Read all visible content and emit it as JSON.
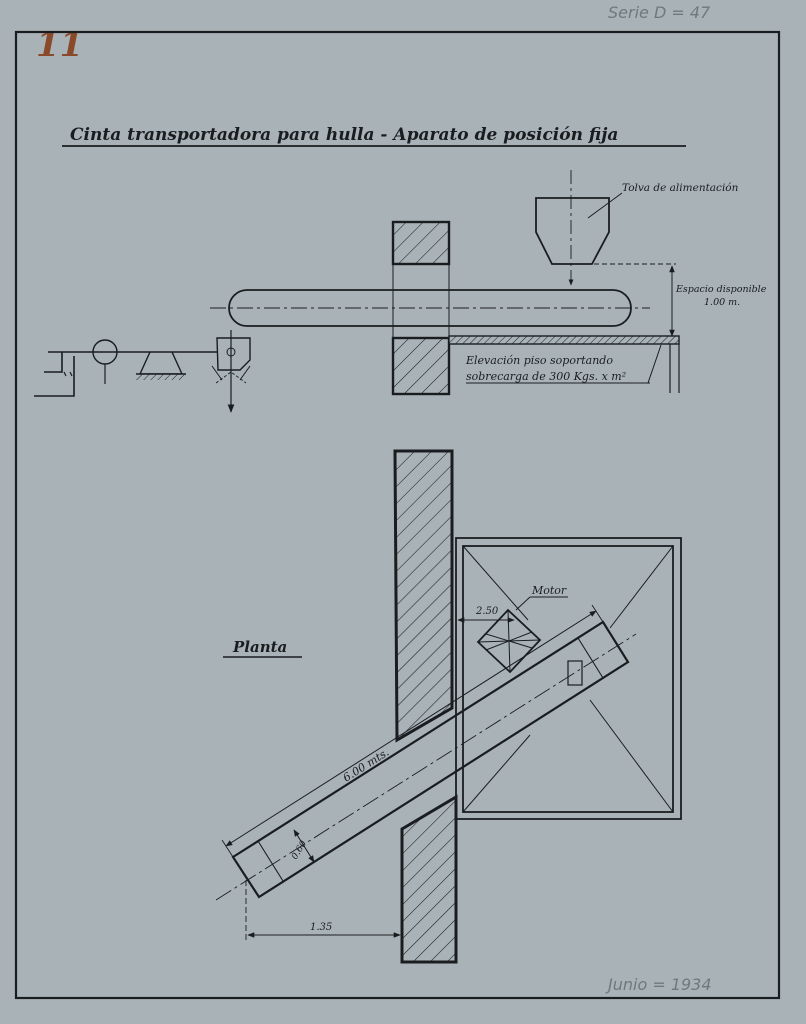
{
  "annotations": {
    "series_ref": "Serie D = 47",
    "date_note": "Junio = 1934",
    "corner_mark": "11"
  },
  "title": "Cinta transportadora para hulla - Aparato de posición fija",
  "elevation": {
    "hopper_label": "Tolva de alimentación",
    "space_label_line1": "Espacio disponible",
    "space_label_line2": "1.00 m.",
    "floor_label_line1": "Elevación piso soportando",
    "floor_label_line2": "sobrecarga de 300 Kgs. x m²"
  },
  "plan": {
    "label": "Planta",
    "motor_label": "Motor",
    "dim_motor": "2.50",
    "dim_length": "6.00 mts.",
    "dim_width": "0.60",
    "dim_offset": "1.35"
  },
  "colors": {
    "paper": "#a9b3b7",
    "ink": "#1a1d20",
    "pencil": "#6e7880",
    "crayon": "#8a4a2a"
  }
}
